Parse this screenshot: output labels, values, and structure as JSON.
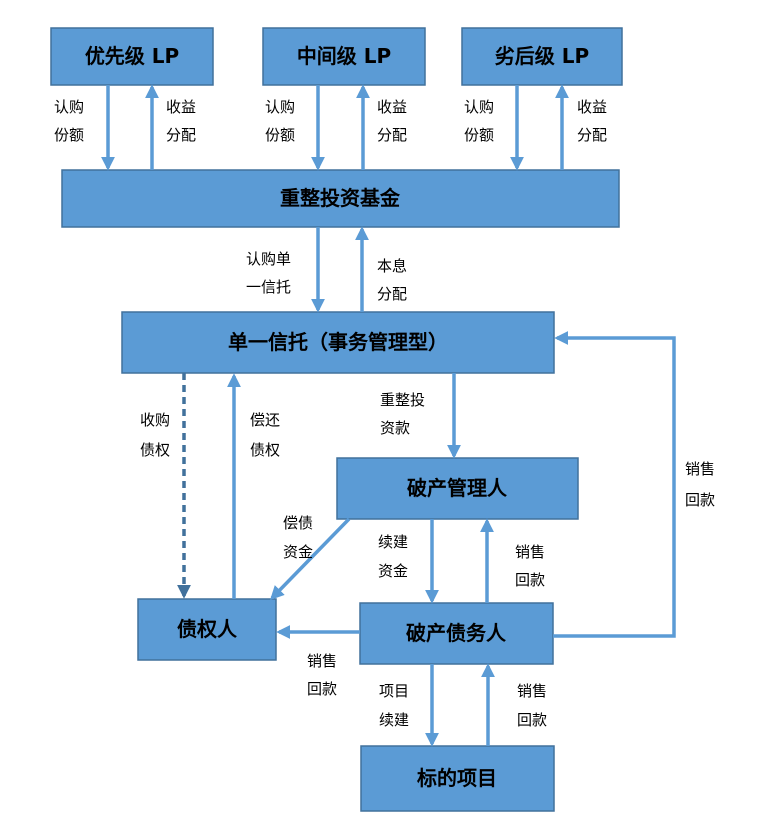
{
  "nodes": {
    "senior_lp": "优先级 LP",
    "mezzanine_lp": "中间级 LP",
    "junior_lp": "劣后级 LP",
    "fund": "重整投资基金",
    "trust": "单一信托（事务管理型）",
    "administrator": "破产管理人",
    "creditor": "债权人",
    "debtor": "破产债务人",
    "project": "标的项目"
  },
  "edges": {
    "senior_subscribe": [
      "认购",
      "份额"
    ],
    "senior_distribute": [
      "收益",
      "分配"
    ],
    "mezz_subscribe": [
      "认购",
      "份额"
    ],
    "mezz_distribute": [
      "收益",
      "分配"
    ],
    "junior_subscribe": [
      "认购",
      "份额"
    ],
    "junior_distribute": [
      "收益",
      "分配"
    ],
    "fund_subscribe_trust": [
      "认购单",
      "一信托"
    ],
    "trust_principal_interest": [
      "本息",
      "分配"
    ],
    "trust_acquire_claim": [
      "收购",
      "债权"
    ],
    "creditor_repay_claim": [
      "偿还",
      "债权"
    ],
    "trust_restructure_funds": [
      "重整投",
      "资款"
    ],
    "debtor_sales_to_trust": [
      "销售",
      "回款"
    ],
    "admin_repay_funds": [
      "偿债",
      "资金"
    ],
    "admin_continue_funds": [
      "续建",
      "资金"
    ],
    "debtor_sales_to_admin": [
      "销售",
      "回款"
    ],
    "debtor_sales_to_creditor": [
      "销售",
      "回款"
    ],
    "debtor_continue_project": [
      "项目",
      "续建"
    ],
    "project_sales_to_debtor": [
      "销售",
      "回款"
    ]
  },
  "colors": {
    "node_fill": "#5b9bd5",
    "node_border": "#41719c",
    "arrow": "#5b9bd5",
    "dashed_arrow": "#41719c"
  }
}
